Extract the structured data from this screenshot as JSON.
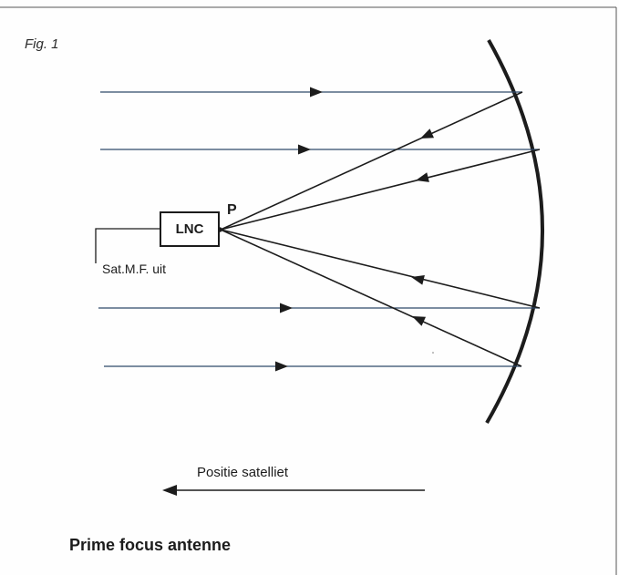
{
  "figure": {
    "label": "Fig. 1",
    "caption": "Prime focus antenne"
  },
  "components": {
    "lnc_label": "LNC",
    "focus_label": "P",
    "output_label": "Sat.M.F. uit"
  },
  "direction": {
    "label": "Positie satelliet"
  },
  "colors": {
    "incoming_ray": "#2f4a6a",
    "reflected_ray": "#1c1c1c",
    "dish": "#1c1c1c"
  }
}
